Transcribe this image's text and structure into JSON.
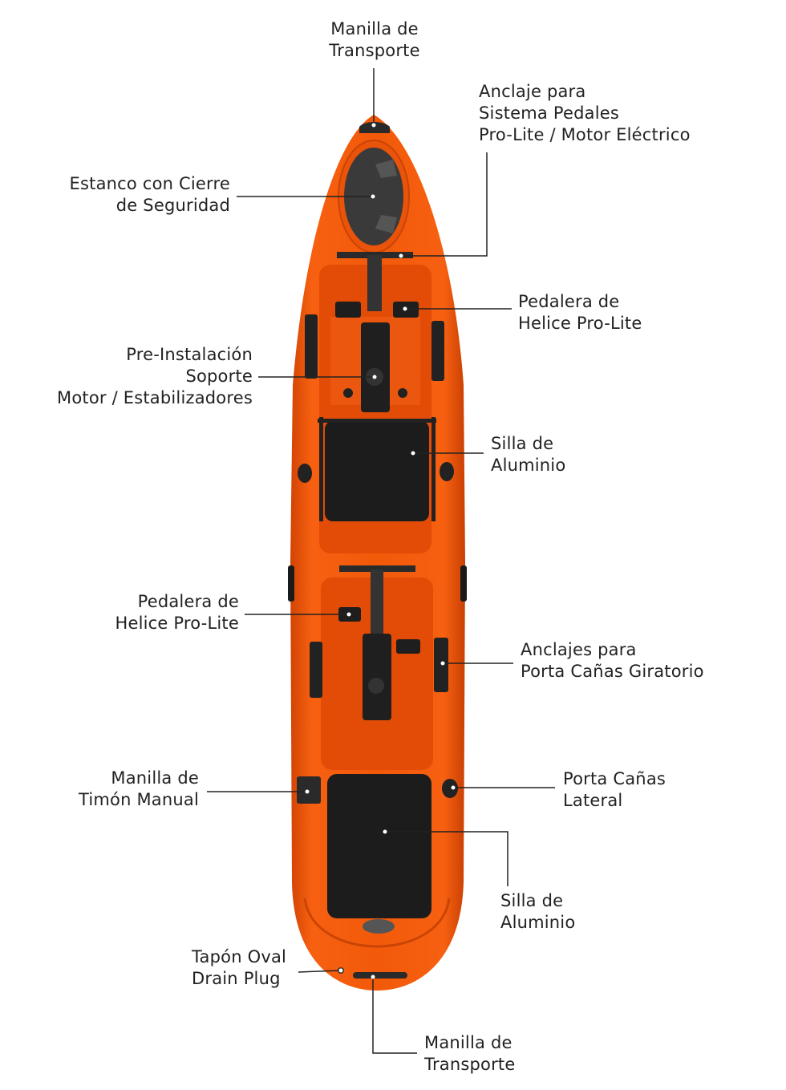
{
  "colors": {
    "hull": "#f25a0a",
    "hull_dark": "#d94805",
    "deck": "#e85208",
    "accessory": "#2a2a2a",
    "text": "#222222"
  },
  "labels": {
    "carry_handle_top": [
      "Manilla de",
      "Transporte"
    ],
    "pedal_anchor": [
      "Anclaje para",
      "Sistema Pedales",
      "Pro-Lite / Motor Eléctrico"
    ],
    "hatch": [
      "Estanco con Cierre",
      "de Seguridad"
    ],
    "pedal_front": [
      "Pedalera de",
      "Helice Pro-Lite"
    ],
    "motor_mount": [
      "Pre-Instalación",
      "Soporte",
      "Motor / Estabilizadores"
    ],
    "seat_front": [
      "Silla de",
      "Aluminio"
    ],
    "pedal_rear": [
      "Pedalera de",
      "Helice Pro-Lite"
    ],
    "rod_holder_swivel": [
      "Anclajes para",
      "Porta Cañas Giratorio"
    ],
    "rudder_handle": [
      "Manilla de",
      "Timón Manual"
    ],
    "rod_holder_side": [
      "Porta Cañas",
      "Lateral"
    ],
    "seat_rear": [
      "Silla de",
      "Aluminio"
    ],
    "drain_plug": [
      "Tapón Oval",
      "Drain Plug"
    ],
    "carry_handle_bottom": [
      "Manilla de",
      "Transporte"
    ]
  }
}
